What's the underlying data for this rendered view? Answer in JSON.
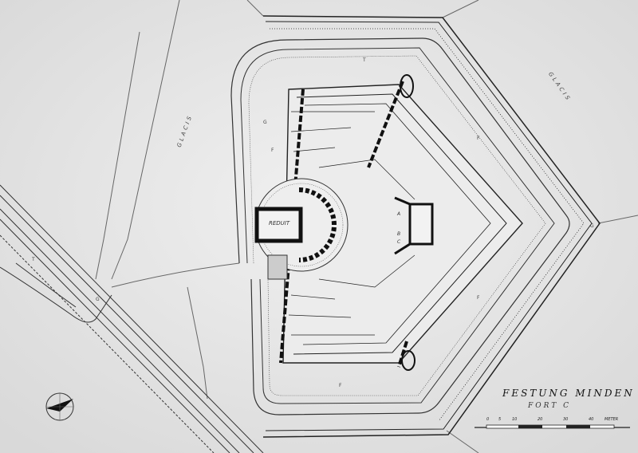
{
  "title": "FESTUNG MINDEN",
  "subtitle": "FORT C",
  "reduit_label": "REDUIT",
  "glacis_labels": [
    "GLACIS",
    "GLACIS"
  ],
  "caponier_letters": [
    "A",
    "B",
    "C"
  ],
  "field_letters": [
    "T",
    "G",
    "F",
    "F",
    "G",
    "F",
    "T",
    "F",
    "G"
  ],
  "scale_bar": {
    "ticks": [
      "0",
      "5",
      "10",
      "20",
      "30",
      "40"
    ],
    "unit": "METER"
  },
  "colors": {
    "paper": "#e8e8e8",
    "ink": "#1a1a1a"
  }
}
